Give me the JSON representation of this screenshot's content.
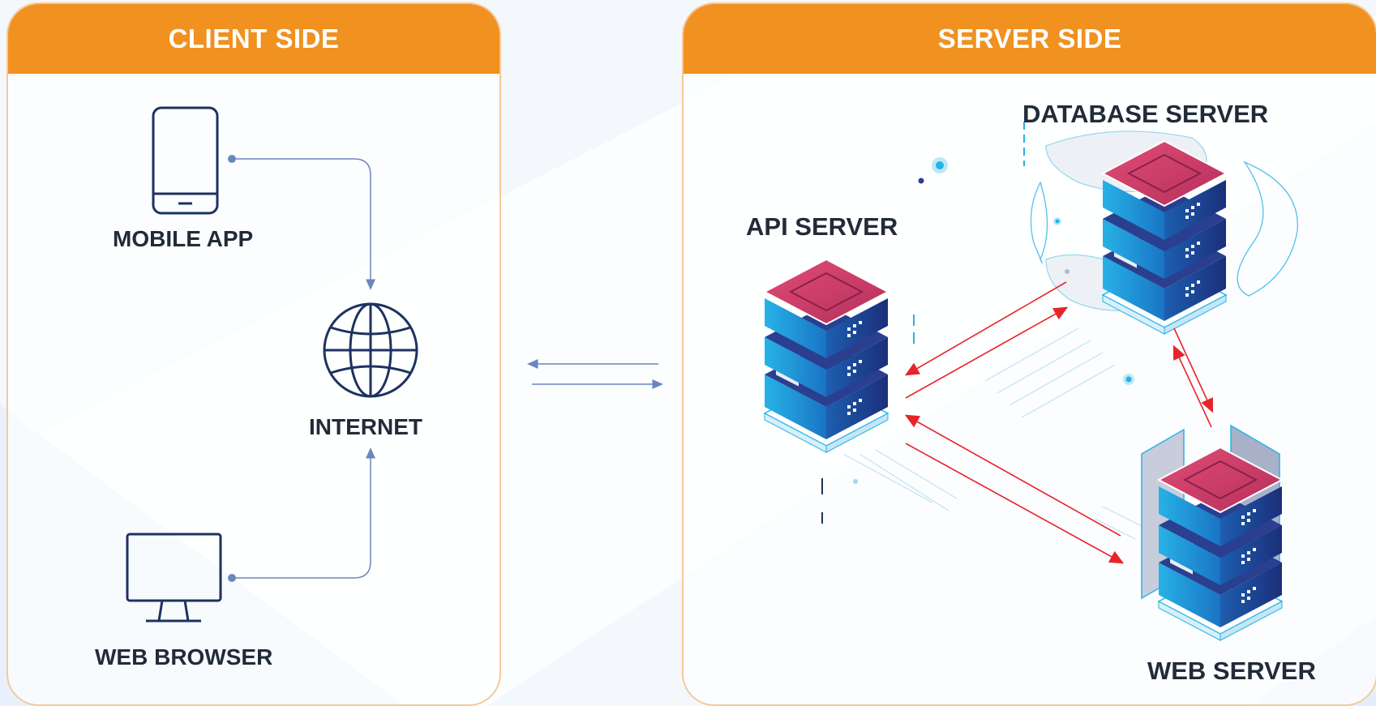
{
  "client_panel": {
    "header": "CLIENT SIDE",
    "nodes": {
      "mobile": "MOBILE APP",
      "internet": "INTERNET",
      "browser": "WEB BROWSER"
    }
  },
  "server_panel": {
    "header": "SERVER SIDE",
    "nodes": {
      "database": "DATABASE SERVER",
      "api": "API SERVER",
      "web": "WEB SERVER"
    }
  },
  "colors": {
    "header_orange": "#f09120",
    "panel_border": "#f5c99a",
    "connector_blue": "#6a87bd",
    "icon_navy": "#1d3260",
    "arrow_red": "#e8242b",
    "server_top_pink": "#d2406a",
    "server_body_blue": "#1a74c4"
  },
  "icons": [
    "mobile-phone-icon",
    "globe-icon",
    "desktop-monitor-icon",
    "server-stack-icon"
  ]
}
